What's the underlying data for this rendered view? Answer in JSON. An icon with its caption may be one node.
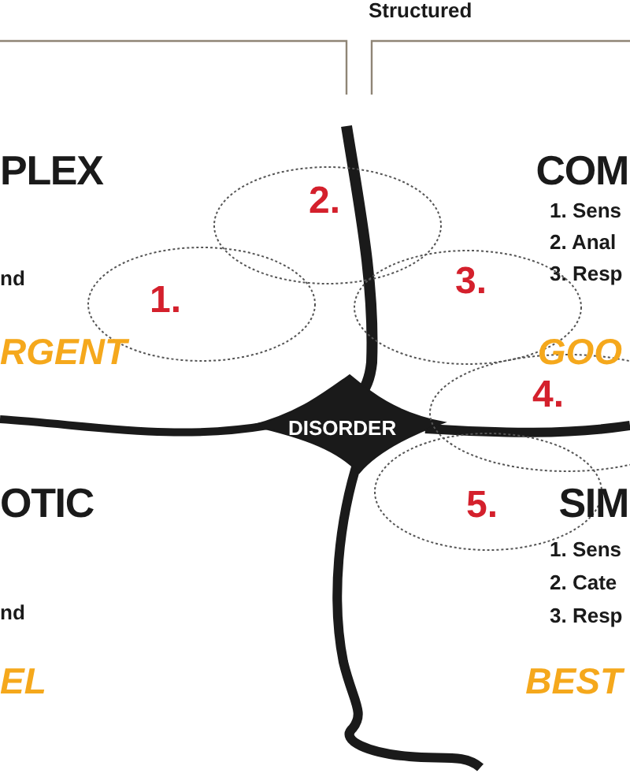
{
  "diagram": {
    "nodes": [
      {
        "text": [
          "1."
        ]
      },
      {
        "text": [
          "2."
        ]
      },
      {
        "text": [
          "3."
        ]
      },
      {
        "text": [
          "4."
        ]
      },
      {
        "text": [
          "5."
        ]
      }
    ],
    "labels": [
      "Structured",
      "PLEX",
      "COM",
      "1. Sens",
      "2. Anal",
      "3. Resp",
      "nd",
      "RGENT",
      "GOO",
      "DISORDER",
      "OTIC",
      "SIM",
      "1. Sens",
      "2. Cate",
      "3. Resp",
      "nd",
      "EL",
      "BEST"
    ]
  }
}
